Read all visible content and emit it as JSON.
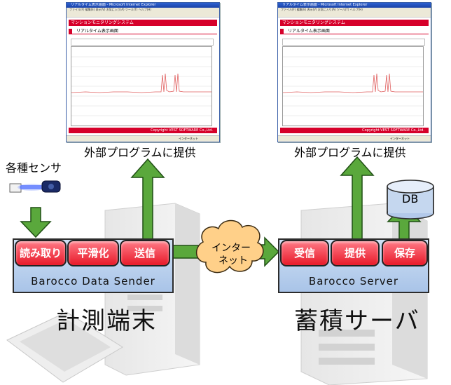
{
  "screens": {
    "window_title": "リアルタイム表示画面 - Microsoft Internet Explorer",
    "menu": "ファイル(F) 編集(E) 表示(V) お気に入り(A) ツール(T) ヘルプ(H)",
    "app_title": "マンションモニタリングシステム",
    "page_title": "リアルタイム表示画面",
    "copyright": "Copyright VEST SOFTWARE Co.,Ltd.",
    "status": "インターネット"
  },
  "captions": {
    "left_screen": "外部プログラムに提供",
    "right_screen": "外部プログラムに提供",
    "sensor": "各種センサ",
    "db": "DB",
    "cloud_line1": "インター",
    "cloud_line2": "ネット"
  },
  "sender": {
    "title": "計測端末",
    "module_label": "Barocco Data Sender",
    "buttons": [
      "読み取り",
      "平滑化",
      "送信"
    ]
  },
  "server": {
    "title": "蓄積サーバ",
    "module_label": "Barocco Server",
    "buttons": [
      "受信",
      "提供",
      "保存"
    ]
  },
  "colors": {
    "arrow_fill": "#5aa83c",
    "button_red": "#e81a2a",
    "module_blue": "#b8cfee",
    "brand_red": "#d6002a"
  }
}
